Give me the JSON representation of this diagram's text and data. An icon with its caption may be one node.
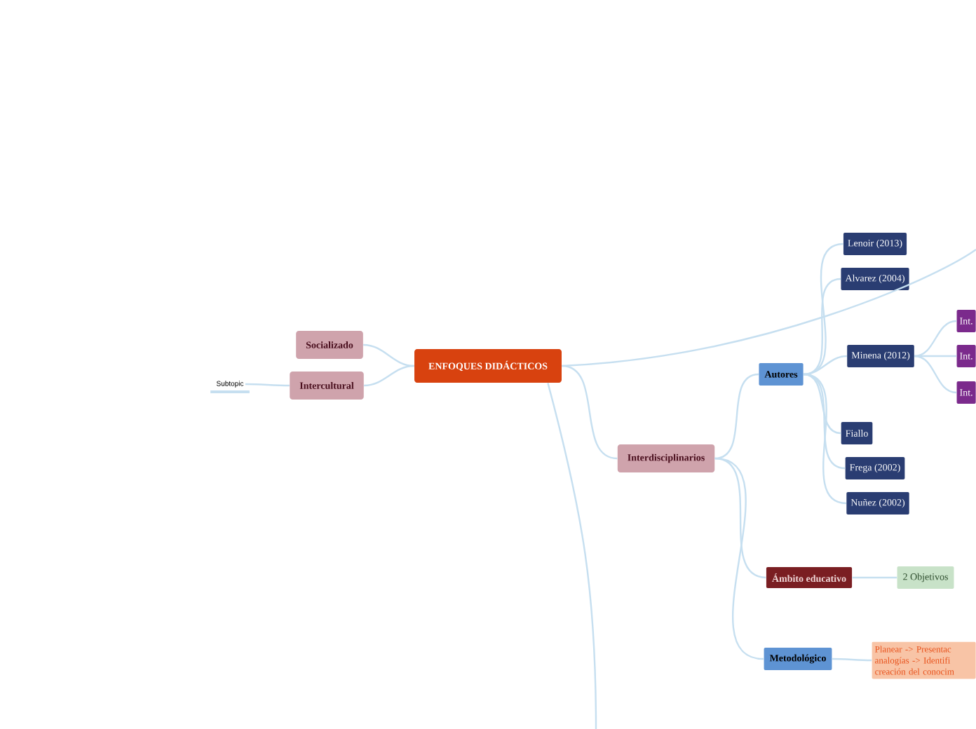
{
  "diagram": {
    "nodes": [
      {
        "text": [
          "ENFOQUES DIDÁCTICOS"
        ]
      },
      {
        "text": [
          "Socializado"
        ]
      },
      {
        "text": [
          "Intercultural"
        ]
      },
      {
        "text": [
          "Subtopic"
        ]
      },
      {
        "text": [
          "Interdisciplinarios"
        ]
      },
      {
        "text": [
          "Autores"
        ]
      },
      {
        "text": [
          "Lenoir (2013)"
        ]
      },
      {
        "text": [
          "Alvarez (2004)"
        ]
      },
      {
        "text": [
          "Minena (2012)"
        ]
      },
      {
        "text": [
          "Int."
        ]
      },
      {
        "text": [
          "Int."
        ]
      },
      {
        "text": [
          "Int."
        ]
      },
      {
        "text": [
          "Fiallo"
        ]
      },
      {
        "text": [
          "Frega (2002)"
        ]
      },
      {
        "text": [
          "Nuñez (2002)"
        ]
      },
      {
        "text": [
          "Ámbito educativo"
        ]
      },
      {
        "text": [
          "2 Objetivos"
        ]
      },
      {
        "text": [
          "Metodológico"
        ]
      },
      {
        "text": [
          "Planear -> Presentac analogías -> Identifi creación del conocim"
        ]
      }
    ],
    "edges": [
      {
        "from": 0,
        "to": 1,
        "arrow": "none"
      },
      {
        "from": 0,
        "to": 2,
        "arrow": "none"
      },
      {
        "from": 2,
        "to": 3,
        "arrow": "none"
      },
      {
        "from": 0,
        "to": null,
        "arrow": "none"
      },
      {
        "from": 0,
        "to": 4,
        "arrow": "none"
      },
      {
        "from": 0,
        "to": null,
        "arrow": "none"
      },
      {
        "from": 4,
        "to": 5,
        "arrow": "none"
      },
      {
        "from": 5,
        "to": 6,
        "arrow": "none"
      },
      {
        "from": 5,
        "to": 7,
        "arrow": "none"
      },
      {
        "from": 5,
        "to": 8,
        "arrow": "none"
      },
      {
        "from": 8,
        "to": 9,
        "arrow": "none"
      },
      {
        "from": 8,
        "to": 10,
        "arrow": "none"
      },
      {
        "from": 8,
        "to": 11,
        "arrow": "none"
      },
      {
        "from": 5,
        "to": 12,
        "arrow": "none"
      },
      {
        "from": 5,
        "to": 13,
        "arrow": "none"
      },
      {
        "from": 5,
        "to": 14,
        "arrow": "none"
      },
      {
        "from": 4,
        "to": 15,
        "arrow": "none"
      },
      {
        "from": 15,
        "to": 16,
        "arrow": "none"
      },
      {
        "from": 4,
        "to": 17,
        "arrow": "none"
      },
      {
        "from": 17,
        "to": 18,
        "arrow": "none"
      }
    ]
  }
}
